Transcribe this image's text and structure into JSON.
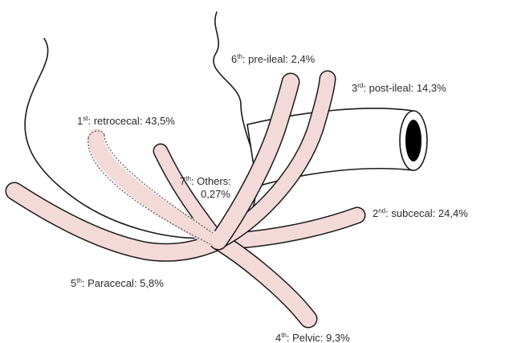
{
  "diagram": {
    "colors": {
      "appendix_fill": "#f4d9d9",
      "outline": "#1a1a1a",
      "label_text": "#2a2a2a",
      "ileum_fill": "#ffffff",
      "lumen": "#000000"
    },
    "labels": {
      "retrocecal": {
        "rank": "1",
        "suffix": "st",
        "text": ": retrocecal: 43,5%"
      },
      "subcecal": {
        "rank": "2",
        "suffix": "nd",
        "text": ": subcecal: 24,4%"
      },
      "post_ileal": {
        "rank": "3",
        "suffix": "rd",
        "text": ": post-ileal: 14,3%"
      },
      "pelvic": {
        "rank": "4",
        "suffix": "th",
        "text": ": Pelvic: 9,3%"
      },
      "paracecal": {
        "rank": "5",
        "suffix": "th",
        "text": ": Paracecal: 5,8%"
      },
      "pre_ileal": {
        "rank": "6",
        "suffix": "th",
        "text": ": pre-ileal: 2,4%"
      },
      "others": {
        "rank": "7",
        "suffix": "th",
        "text": ": Others:",
        "value": "0,27%"
      }
    }
  }
}
